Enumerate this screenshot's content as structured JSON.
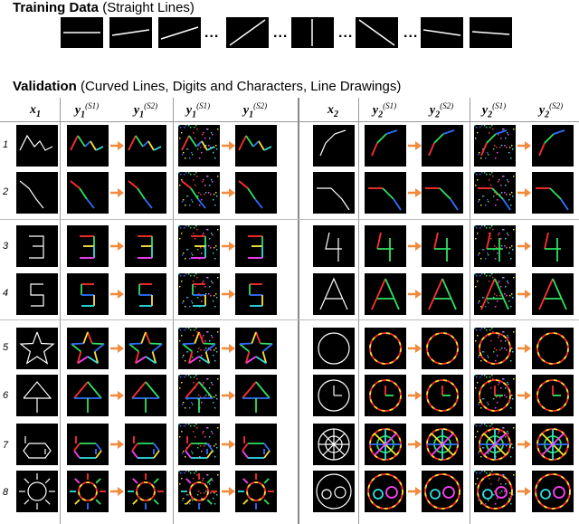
{
  "training": {
    "title_bold": "Training Data",
    "title_rest": " (Straight Lines)",
    "ellipsis": "..."
  },
  "validation": {
    "title_bold": "Validation",
    "title_rest": " (Curved Lines, Digits and Characters, Line Drawings)"
  },
  "columns_left": {
    "x": "x",
    "x_sub": "1",
    "y": "y",
    "y_sub": "1",
    "sup_s1": "(S1)",
    "sup_s2": "(S2)"
  },
  "columns_right": {
    "x": "x",
    "x_sub": "2",
    "y": "y",
    "y_sub": "2",
    "sup_s1": "(S1)",
    "sup_s2": "(S2)"
  },
  "row_labels": [
    "1",
    "2",
    "3",
    "4",
    "5",
    "6",
    "7",
    "8"
  ],
  "colors": {
    "arrow": "#f08a3c",
    "background": "#000000",
    "stroke_white": "#ffffff",
    "stroke_red": "#ff3030",
    "stroke_green": "#30e060",
    "stroke_blue": "#3070ff",
    "stroke_yellow": "#ffe030",
    "stroke_cyan": "#30e0e0",
    "stroke_magenta": "#ff40ff"
  }
}
